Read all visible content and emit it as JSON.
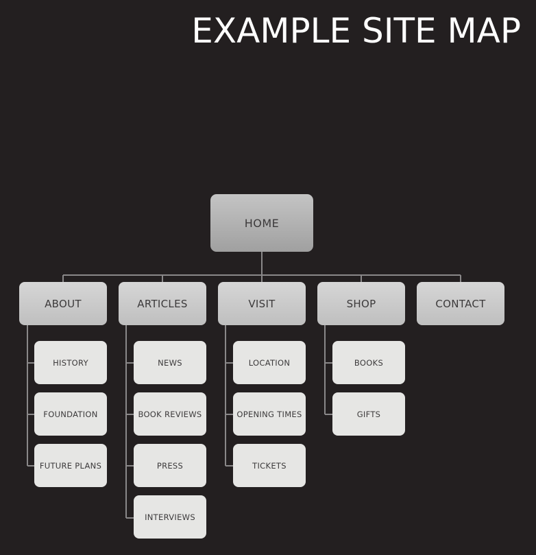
{
  "title": "EXAMPLE SITE MAP",
  "home": {
    "label": "HOME"
  },
  "sections": [
    {
      "label": "ABOUT",
      "children": [
        "HISTORY",
        "FOUNDATION",
        "FUTURE PLANS"
      ]
    },
    {
      "label": "ARTICLES",
      "children": [
        "NEWS",
        "BOOK REVIEWS",
        "PRESS",
        "INTERVIEWS"
      ]
    },
    {
      "label": "VISIT",
      "children": [
        "LOCATION",
        "OPENING TIMES",
        "TICKETS"
      ]
    },
    {
      "label": "SHOP",
      "children": [
        "BOOKS",
        "GIFTS"
      ]
    },
    {
      "label": "CONTACT",
      "children": []
    }
  ],
  "colors": {
    "background": "#231f20",
    "connector": "#8a8889",
    "home_box": "#b0b0b0",
    "section_box": "#cccccc",
    "page_box": "#e6e6e4",
    "box_text": "#3c3a3b",
    "title_text": "#ffffff"
  }
}
